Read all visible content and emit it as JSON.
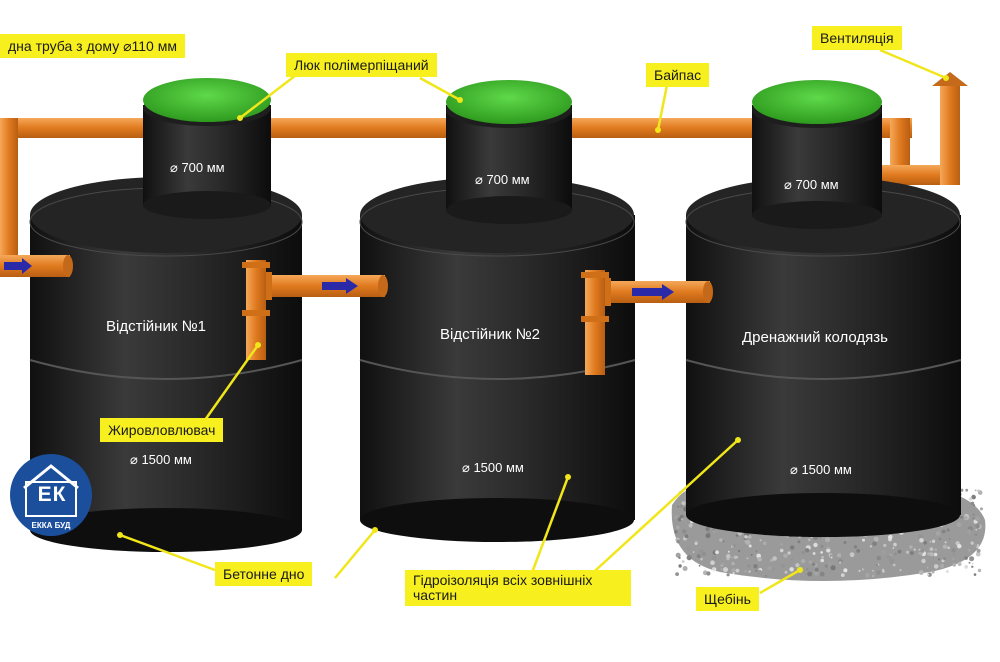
{
  "labels": {
    "inlet_pipe": "дна труба з дому ⌀110 мм",
    "hatch": "Люк полімерпіщаний",
    "bypass": "Байпас",
    "ventilation": "Вентиляція",
    "grease_trap": "Жировловлювач",
    "concrete_bottom": "Бетонне дно",
    "waterproofing": "Гідроізоляція всіх зовнішніх частин",
    "gravel": "Щебінь"
  },
  "tanks": [
    {
      "title": "Відстійник  №1",
      "neck_diameter": "⌀ 700 мм",
      "body_diameter": "⌀ 1500 мм"
    },
    {
      "title": "Відстійник №2",
      "neck_diameter": "⌀ 700 мм",
      "body_diameter": "⌀ 1500 мм"
    },
    {
      "title": "Дренажний колодязь",
      "neck_diameter": "⌀ 700 мм",
      "body_diameter": "⌀ 1500 мм"
    }
  ],
  "logo": {
    "letters": "ЕК",
    "name": "ЕККА БУД"
  },
  "colors": {
    "label_bg": "#f7f01e",
    "pipe": "#e07a1f",
    "tank": "#1e1e1e",
    "hatch": "#3fbf2a",
    "arrow": "#2a2aa8"
  }
}
